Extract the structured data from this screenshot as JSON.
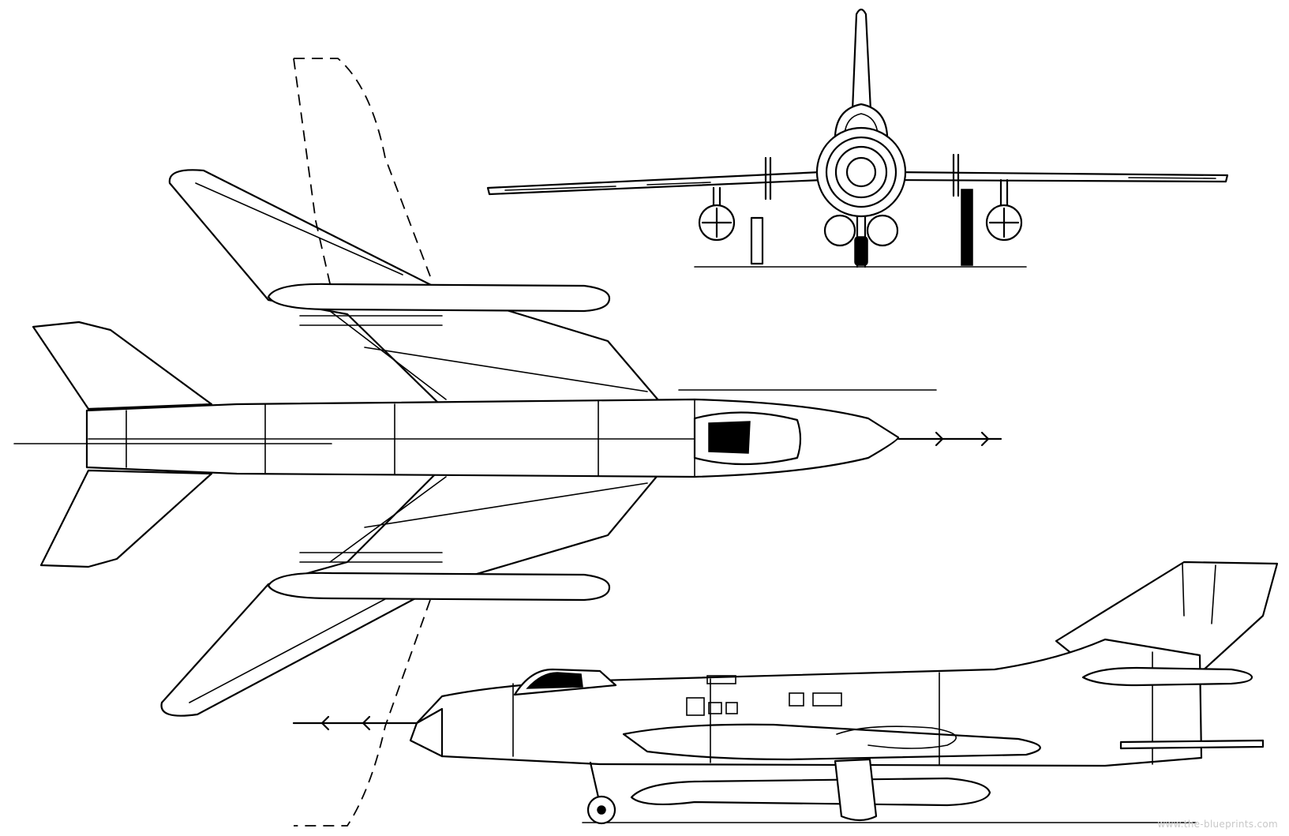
{
  "drawing": {
    "views": [
      "front",
      "plan",
      "side"
    ],
    "line_color": "#000000",
    "background_color": "#ffffff"
  },
  "watermark": {
    "text": "www.the-blueprints.com",
    "color": "#c8c8c8"
  }
}
